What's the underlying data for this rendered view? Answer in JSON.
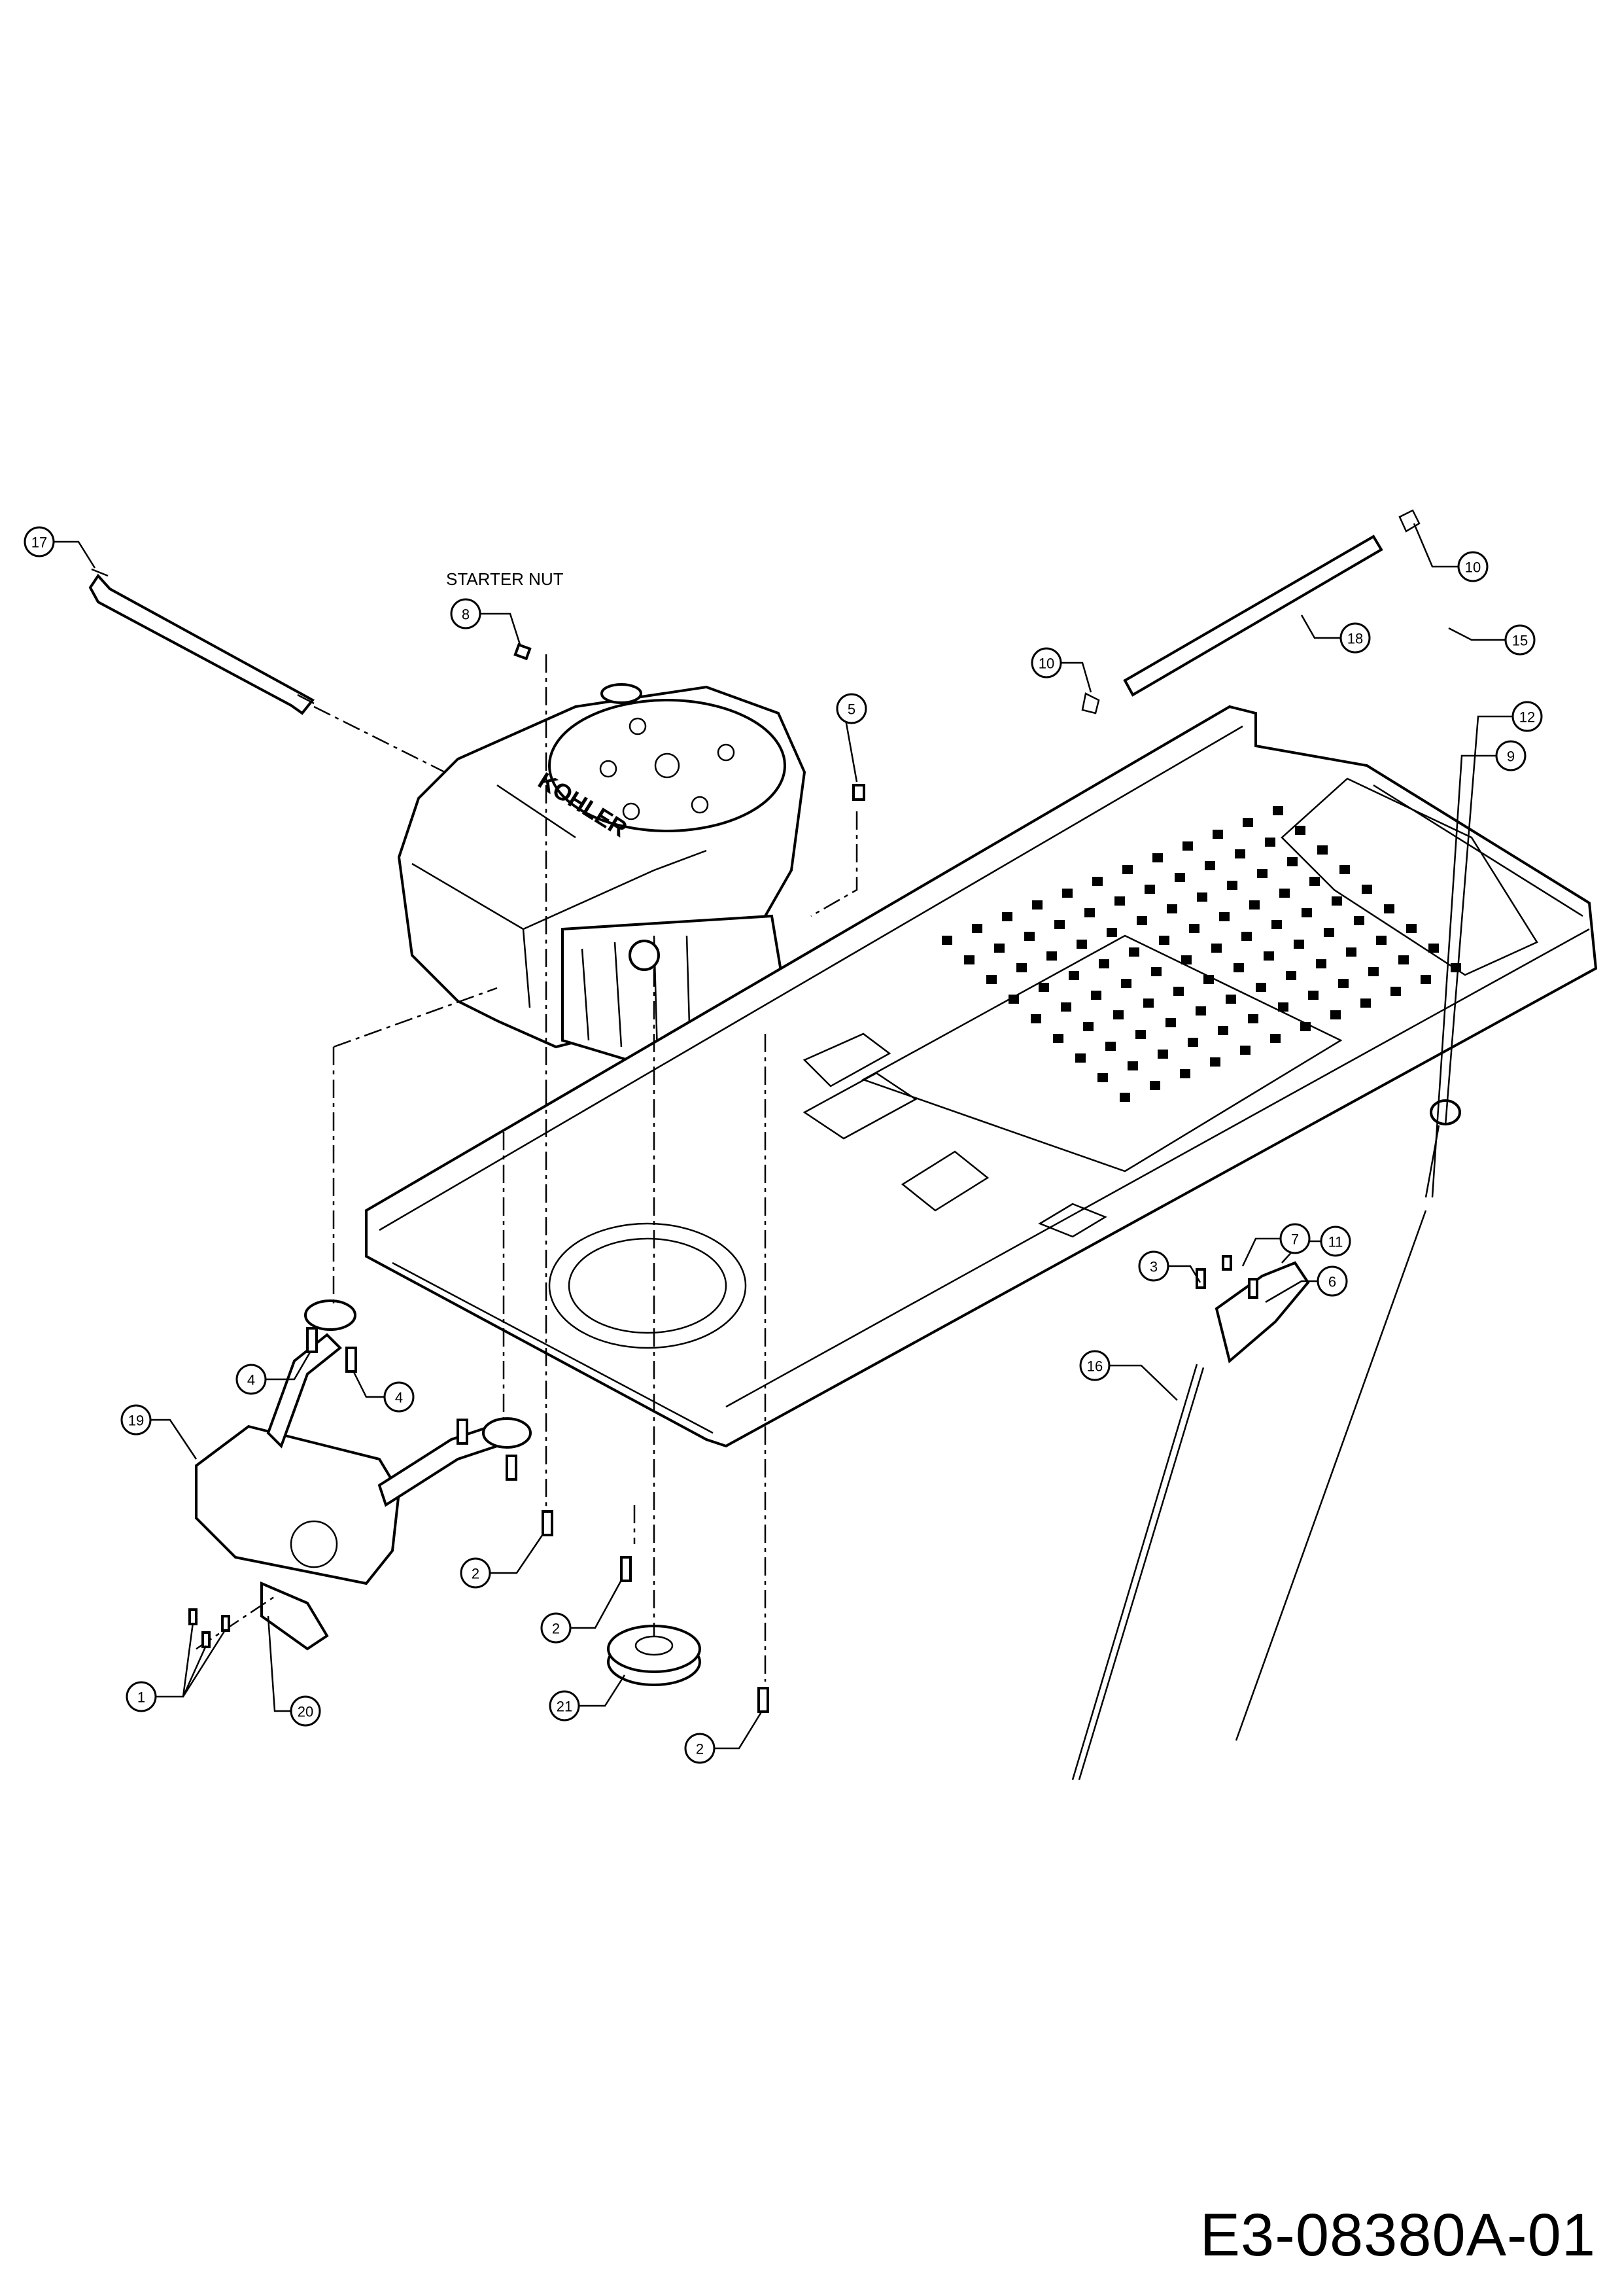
{
  "diagram": {
    "starter_label": "STARTER NUT",
    "brand_mark": "KOHLER",
    "drawing_number": "E3-08380A-01",
    "callouts": [
      {
        "id": "c17",
        "label": "17"
      },
      {
        "id": "c8",
        "label": "8"
      },
      {
        "id": "c5",
        "label": "5"
      },
      {
        "id": "c10a",
        "label": "10"
      },
      {
        "id": "c10b",
        "label": "10"
      },
      {
        "id": "c18",
        "label": "18"
      },
      {
        "id": "c15",
        "label": "15"
      },
      {
        "id": "c12",
        "label": "12"
      },
      {
        "id": "c9",
        "label": "9"
      },
      {
        "id": "c7",
        "label": "7"
      },
      {
        "id": "c11",
        "label": "11"
      },
      {
        "id": "c3",
        "label": "3"
      },
      {
        "id": "c6",
        "label": "6"
      },
      {
        "id": "c16",
        "label": "16"
      },
      {
        "id": "c4a",
        "label": "4"
      },
      {
        "id": "c4b",
        "label": "4"
      },
      {
        "id": "c19",
        "label": "19"
      },
      {
        "id": "c2a",
        "label": "2"
      },
      {
        "id": "c2b",
        "label": "2"
      },
      {
        "id": "c2c",
        "label": "2"
      },
      {
        "id": "c21",
        "label": "21"
      },
      {
        "id": "c1",
        "label": "1"
      },
      {
        "id": "c20",
        "label": "20"
      }
    ]
  }
}
